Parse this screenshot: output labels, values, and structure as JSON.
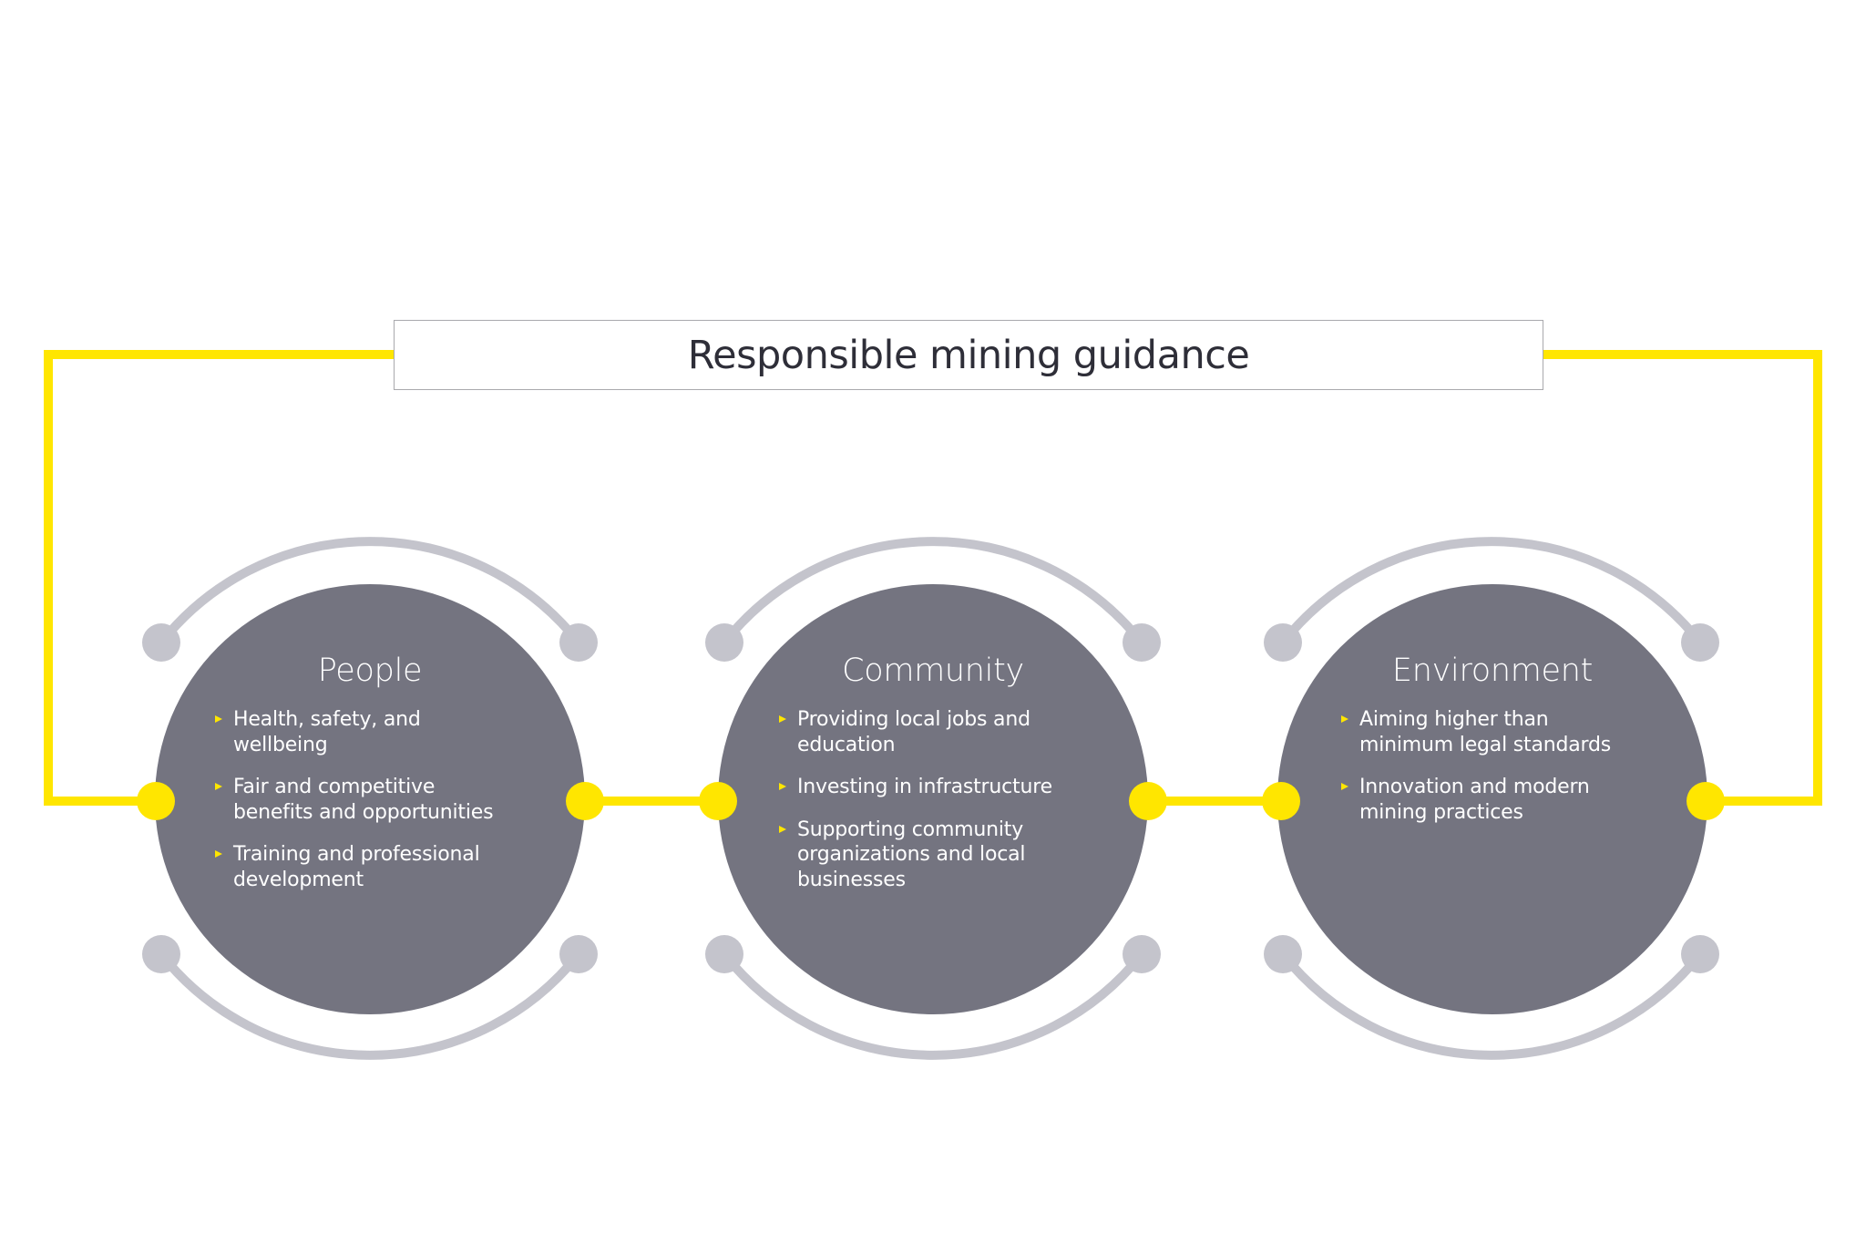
{
  "title": "Responsible mining guidance",
  "colors": {
    "accent_yellow": "#ffe600",
    "circle_fill": "#747480",
    "orbit_grey": "#c4c4cc",
    "title_text": "#2e2e38",
    "title_border": "#a9a9ad",
    "body_text": "#ffffff",
    "background": "#ffffff"
  },
  "pillars": [
    {
      "title": "People",
      "items": [
        {
          "line1": "Health, safety, and",
          "line2": "wellbeing"
        },
        {
          "line1": "Fair and competitive",
          "line2": "benefits and opportunities"
        },
        {
          "line1": "Training and professional",
          "line2": "development"
        }
      ]
    },
    {
      "title": "Community",
      "items": [
        {
          "line1": "Providing local jobs and",
          "line2": "education"
        },
        {
          "line1": "Investing in infrastructure"
        },
        {
          "line1": "Supporting community",
          "line2": "organizations and local",
          "line3": "businesses"
        }
      ]
    },
    {
      "title": "Environment",
      "items": [
        {
          "line1": "Aiming higher than",
          "line2": "minimum legal standards"
        },
        {
          "line1": "Innovation and modern",
          "line2": "mining practices"
        }
      ]
    }
  ]
}
